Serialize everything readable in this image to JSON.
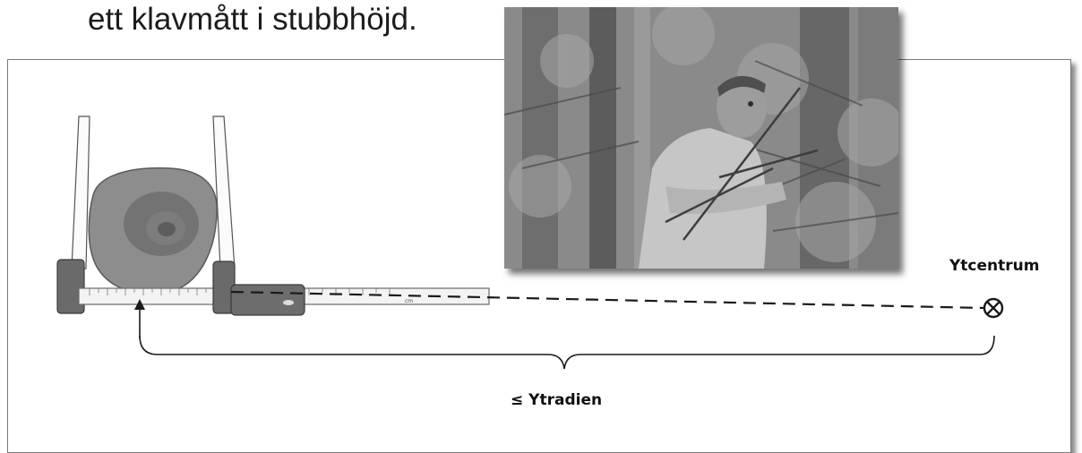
{
  "caption": "ett klavmått i stubbhöjd.",
  "labels": {
    "center": "Ytcentrum",
    "radius": "≤ Ytradien",
    "caliper_unit": "cm"
  },
  "icons": {
    "center_marker": "circled-times-icon",
    "photo": "forest-worker-photo",
    "caliper": "caliper-icon",
    "stump": "stump-cross-section-icon"
  },
  "colors": {
    "line": "#1a1a1a",
    "frame_border": "#7a7a7a",
    "caliper_body": "#6a6a6a",
    "stump": "#8d8d8d"
  }
}
